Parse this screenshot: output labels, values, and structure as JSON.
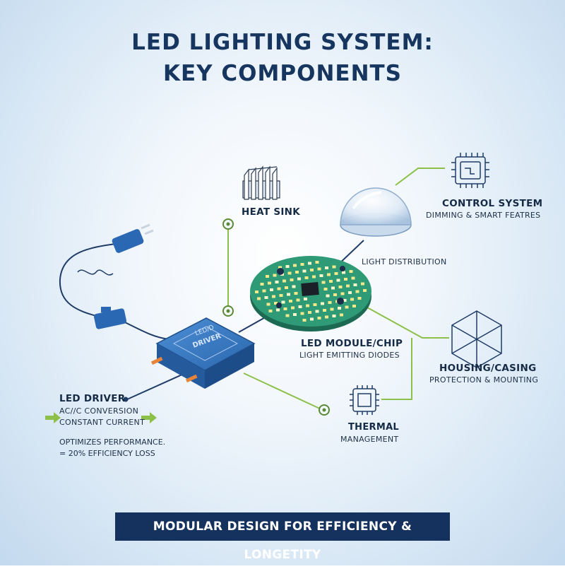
{
  "title": {
    "line1": "LED LIGHTING SYSTEM:",
    "line2": "KEY COMPONENTS"
  },
  "components": {
    "heat_sink": {
      "name": "HEAT SINK"
    },
    "control_system": {
      "name": "CONTROL SYSTEM",
      "desc": "DIMMING & SMART FEATRES"
    },
    "light_distribution": {
      "name": "LIGHT DISTRIBUTION"
    },
    "led_module": {
      "name": "LED MODULE/CHIP",
      "desc": "LIGHT EMITTING DIODES"
    },
    "housing": {
      "name": "HOUSING/CASING",
      "desc": "PROTECTION & MOUNTING"
    },
    "thermal": {
      "name_line1": "THERMAL",
      "name_line2": "MANAGEMENT"
    },
    "led_driver": {
      "name": "LED DRIVER",
      "line1": "AC//C CONVERSION",
      "line2": "CONSTANT CURRENT",
      "note1": "OPTIMIZES PERFORMANCE.",
      "note2": "= 20% EFFICIENCY LOSS"
    },
    "driver_box": {
      "label_top": "LED/D",
      "label_bottom": "DRIVER"
    }
  },
  "banner": "MODULAR DESIGN FOR EFFICIENCY & LONGETITY",
  "colors": {
    "navy": "#17365f",
    "connector_green": "#8cc04a",
    "driver_blue": "#2f6fb8",
    "pcb_green": "#2e9a76"
  }
}
